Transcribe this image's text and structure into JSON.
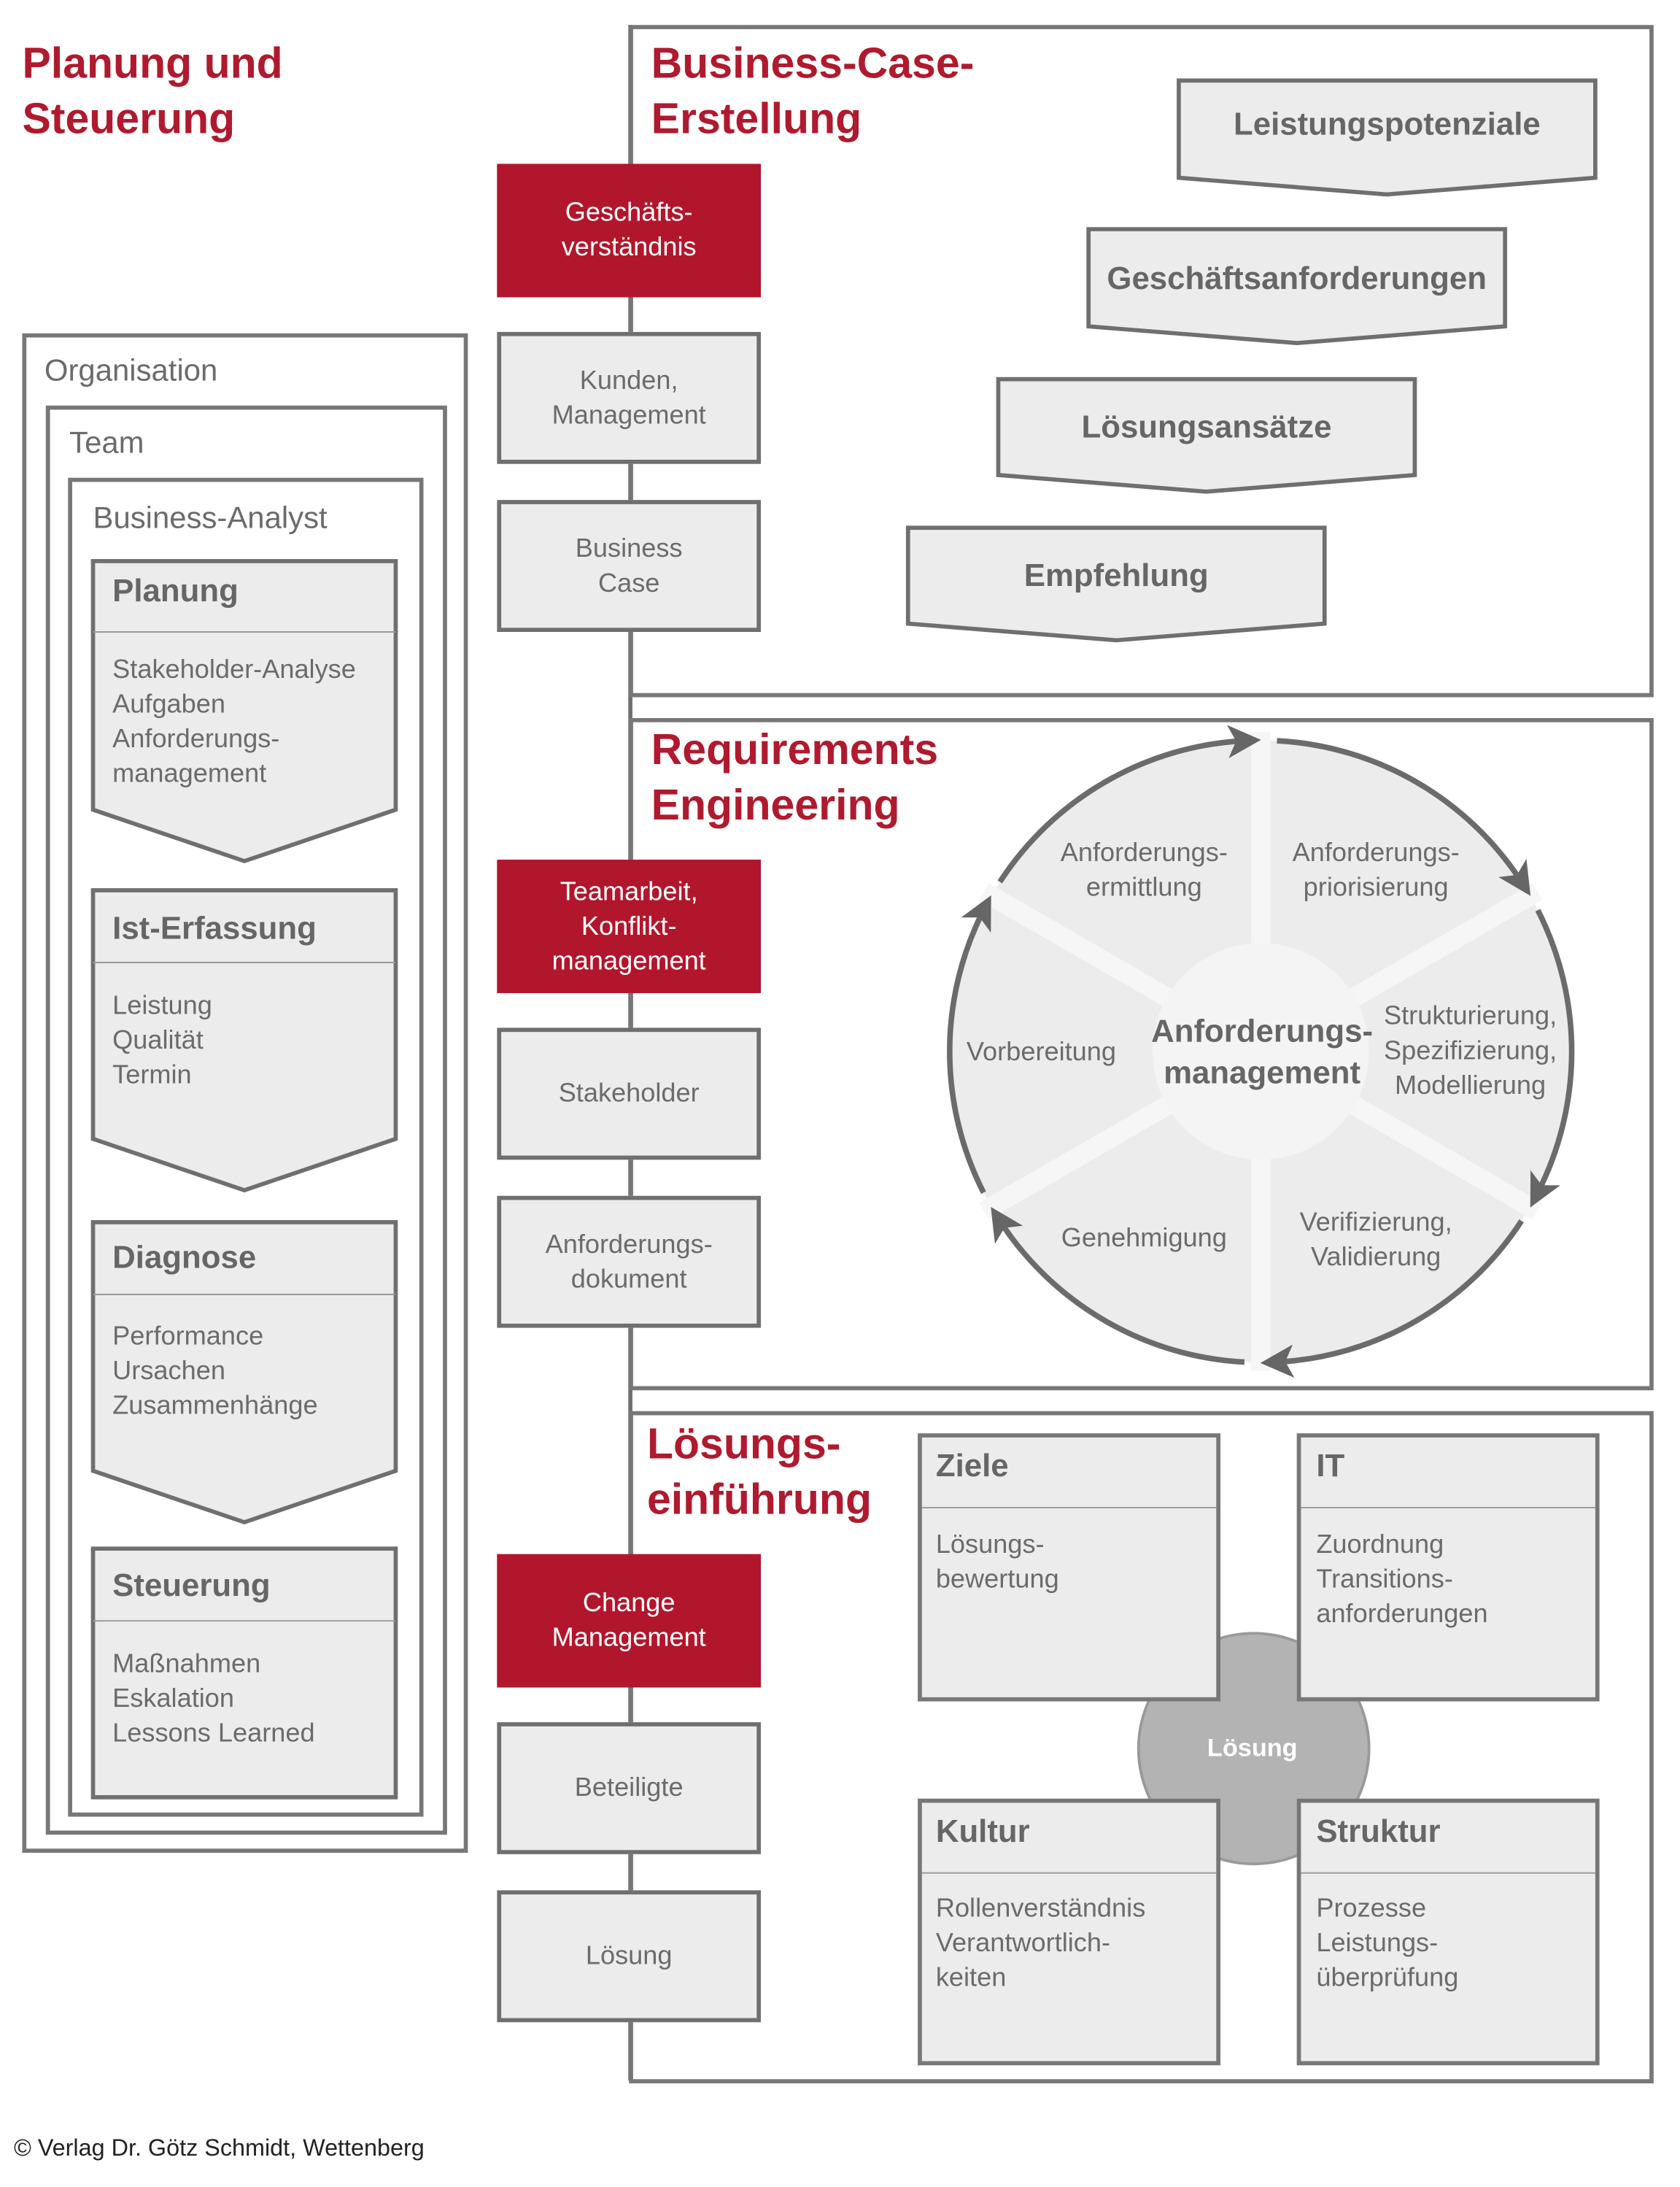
{
  "colors": {
    "accent": "#b2162c",
    "border": "#6f6f6f",
    "fill": "#ececec",
    "text": "#6b6b6b"
  },
  "left": {
    "title": "Planung und\nSteuerung",
    "organisation": "Organisation",
    "team": "Team",
    "analyst": "Business-Analyst",
    "stages": [
      {
        "title": "Planung",
        "text": "Stakeholder-Analyse\nAufgaben\nAnforderungs-\nmanagement"
      },
      {
        "title": "Ist-Erfassung",
        "text": "Leistung\nQualität\nTermin"
      },
      {
        "title": "Diagnose",
        "text": "Performance\nUrsachen\nZusammenhänge"
      },
      {
        "title": "Steuerung",
        "text": "Maßnahmen\nEskalation\nLessons Learned"
      }
    ]
  },
  "spine": {
    "groups": [
      {
        "focus": "Geschäfts-\nverständnis",
        "items": [
          "Kunden,\nManagement",
          "Business\nCase"
        ]
      },
      {
        "focus": "Teamarbeit,\nKonflikt-\nmanagement",
        "items": [
          "Stakeholder",
          "Anforderungs-\ndokument"
        ]
      },
      {
        "focus": "Change\nManagement",
        "items": [
          "Beteiligte",
          "Lösung"
        ]
      }
    ]
  },
  "business_case": {
    "title": "Business-Case-\nErstellung",
    "steps": [
      "Leistungspotenziale",
      "Geschäftsanforderungen",
      "Lösungsansätze",
      "Empfehlung"
    ]
  },
  "requirements": {
    "title": "Requirements\nEngineering",
    "center": "Anforderungs-\nmanagement",
    "phases": [
      "Anforderungs-\nermittlung",
      "Anforderungs-\npriorisierung",
      "Strukturierung,\nSpezifizierung,\nModellierung",
      "Verifizierung,\nValidierung",
      "Genehmigung",
      "Vorbereitung"
    ]
  },
  "solution": {
    "title": "Lösungs-\neinführung",
    "center": "Lösung",
    "quadrants": [
      {
        "title": "Ziele",
        "text": "Lösungs-\nbewertung"
      },
      {
        "title": "IT",
        "text": "Zuordnung\nTransitions-\nanforderungen"
      },
      {
        "title": "Kultur",
        "text": "Rollenverständnis\nVerantwortlich-\nkeiten"
      },
      {
        "title": "Struktur",
        "text": "Prozesse\nLeistungs-\nüberprüfung"
      }
    ]
  },
  "footer": "© Verlag Dr. Götz Schmidt, Wettenberg"
}
